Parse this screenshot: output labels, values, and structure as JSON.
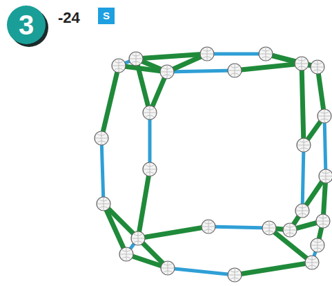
{
  "diagram": {
    "labels": [
      "3",
      "-24",
      "S"
    ]
  }
}
